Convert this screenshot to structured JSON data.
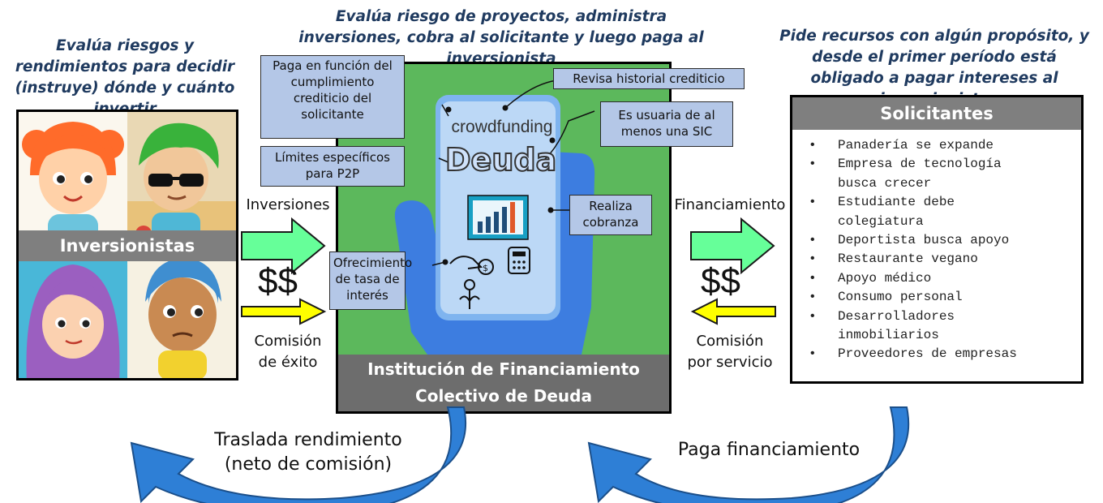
{
  "captions": {
    "investors": "Evalúa riesgos y rendimientos para decidir (instruye) dónde y cuánto invertir",
    "platform": "Evalúa riesgo de proyectos, administra inversiones, cobra al solicitante y luego paga al inversionista",
    "requesters": "Pide recursos con algún propósito, y desde el primer período está obligado a pagar intereses al inversionista"
  },
  "investors": {
    "title": "Inversionistas"
  },
  "platform": {
    "title_line1": "Institución de Financiamiento",
    "title_line2": "Colectivo de Deuda",
    "phone_word": "crowdfunding",
    "phone_title": "Deuda",
    "notes": {
      "pays": "Paga en función del cumplimiento crediticio del solicitante",
      "history": "Revisa historial crediticio",
      "sic": "Es usuaria de al menos una SIC",
      "limits": "Límites específicos para P2P",
      "collection": "Realiza cobranza",
      "rate": "Ofrecimiento de tasa de interés"
    }
  },
  "left_flow": {
    "top_label": "Inversiones",
    "money": "$$",
    "bottom_label_1": "Comisión",
    "bottom_label_2": "de éxito"
  },
  "right_flow": {
    "top_label": "Financiamiento",
    "money": "$$",
    "bottom_label_1": "Comisión",
    "bottom_label_2": "por servicio"
  },
  "requesters": {
    "title": "Solicitantes",
    "items": [
      [
        "Panadería se expande"
      ],
      [
        "Empresa de tecnología",
        "busca crecer"
      ],
      [
        "Estudiante debe",
        "colegiatura"
      ],
      [
        "Deportista busca apoyo"
      ],
      [
        "Restaurante vegano"
      ],
      [
        "Apoyo médico"
      ],
      [
        "Consumo personal"
      ],
      [
        "Desarrolladores",
        "inmobiliarios"
      ],
      [
        "Proveedores de empresas"
      ]
    ]
  },
  "bottom": {
    "return_1": "Traslada rendimiento",
    "return_2": "(neto de comisión)",
    "pay": "Paga financiamiento"
  },
  "colors": {
    "platform_green": "#5cb85c",
    "note_blue": "#b4c7e7",
    "arrow_green": "#66ff99",
    "arrow_yellow": "#ffff00",
    "curve_blue": "#2e7fd6"
  }
}
